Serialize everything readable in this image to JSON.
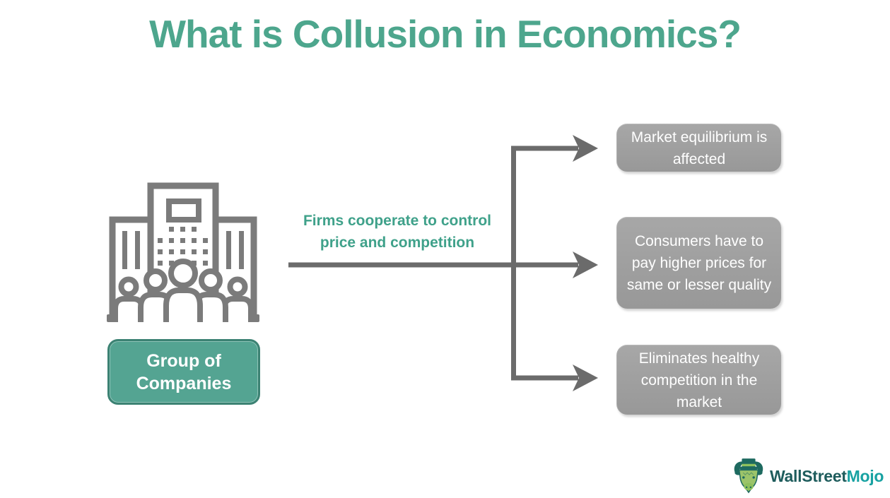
{
  "title": "What is Collusion in Economics?",
  "diagram": {
    "source": {
      "label": "Group of Companies",
      "icon": "group-of-companies-building"
    },
    "arrow_label": "Firms cooperate to control price and competition",
    "effects": [
      {
        "label": "Market equilibrium is affected"
      },
      {
        "label": "Consumers have to pay higher prices for same or lesser quality"
      },
      {
        "label": "Eliminates healthy competition in the market"
      }
    ]
  },
  "branding": {
    "name_primary": "WallStreet",
    "name_accent": "Mojo",
    "icon": "bull-mascot"
  },
  "colors": {
    "accent_teal": "#4DA68D",
    "teal_box_fill": "#54A492",
    "teal_box_border": "#3C8273",
    "gray_box": "#9D9D9D",
    "arrow_gray": "#6B6B6B",
    "icon_gray": "#7B7B7B",
    "logo_dark_teal": "#1E5C5C",
    "logo_teal": "#18A2A2"
  }
}
